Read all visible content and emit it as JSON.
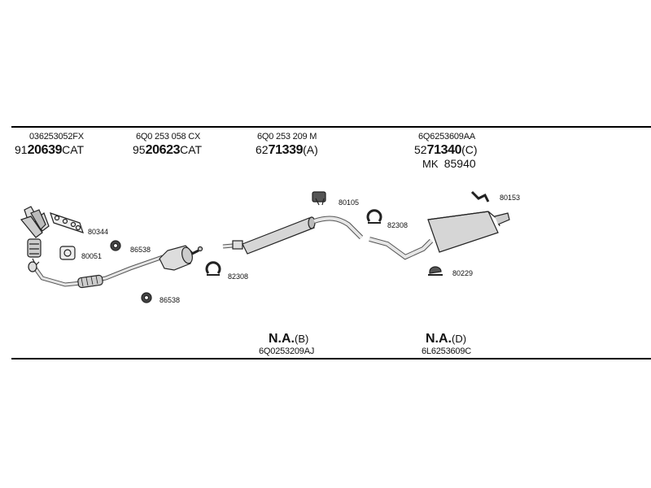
{
  "columns": [
    {
      "code": "036253052FX",
      "prefix": "91",
      "number": "20639",
      "suffix": "CAT"
    },
    {
      "code": "6Q0 253 058 CX",
      "prefix": "95",
      "number": "20623",
      "suffix": "CAT"
    },
    {
      "code": "6Q0 253 209 M",
      "prefix": "62",
      "number": "71339",
      "suffix": "(A)"
    },
    {
      "code": "6Q6253609AA",
      "prefix": "52",
      "number": "71340",
      "suffix": "(C)",
      "extra_prefix": "MK",
      "extra_number": "85940"
    }
  ],
  "parts": {
    "p80344": "80344",
    "p86538a": "86538",
    "p80051": "80051",
    "p86538b": "86538",
    "p82308a": "82308",
    "p80105": "80105",
    "p82308b": "82308",
    "p80153": "80153",
    "p80229": "80229"
  },
  "na_items": [
    {
      "label": "N.A.",
      "tag": "(B)",
      "code": "6Q0253209AJ"
    },
    {
      "label": "N.A.",
      "tag": "(D)",
      "code": "6L6253609C"
    }
  ]
}
